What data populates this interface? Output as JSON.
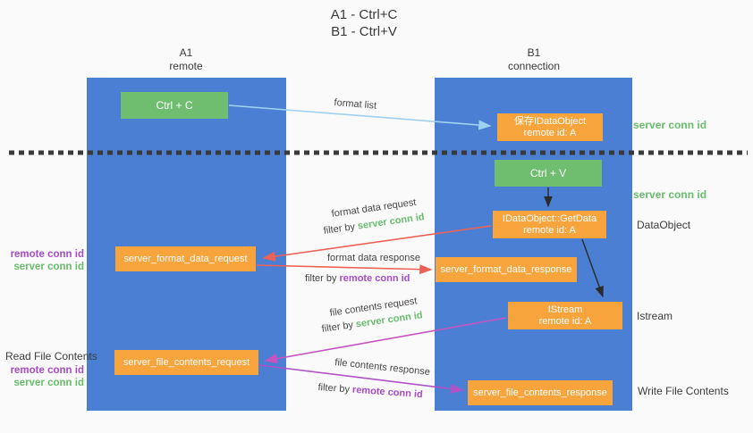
{
  "title": {
    "line1": "A1 - Ctrl+C",
    "line2": "B1 - Ctrl+V"
  },
  "lanes": {
    "left": {
      "title": "A1",
      "subtitle": "remote"
    },
    "right": {
      "title": "B1",
      "subtitle": "connection"
    }
  },
  "nodes": {
    "ctrl_c": {
      "label": "Ctrl + C"
    },
    "save_dataobject": {
      "line1": "保存IDataObject",
      "line2": "remote id: A"
    },
    "ctrl_v": {
      "label": "Ctrl + V"
    },
    "getdata": {
      "line1": "IDataObject::GetData",
      "line2": "remote id: A"
    },
    "format_request": {
      "label": "server_format_data_request"
    },
    "format_response": {
      "label": "server_format_data_response"
    },
    "istream": {
      "line1": "IStream",
      "line2": "remote id: A"
    },
    "file_request": {
      "label": "server_file_contents_request"
    },
    "file_response": {
      "label": "server_file_contents_response"
    }
  },
  "arrows": {
    "format_list": {
      "label": "format list"
    },
    "format_data_request": {
      "label": "format data request",
      "filter_prefix": "filter by",
      "filter_key": "server conn id"
    },
    "format_data_response": {
      "label": "format data response",
      "filter_prefix": "filter by",
      "filter_key": "remote conn id"
    },
    "file_contents_request": {
      "label": "file contents request",
      "filter_prefix": "filter by",
      "filter_key": "server conn id"
    },
    "file_contents_response": {
      "label": "file contents response",
      "filter_prefix": "filter by",
      "filter_key": "remote conn id"
    }
  },
  "side_labels": {
    "right_top_server_conn": "server conn id",
    "right_mid_server_conn": "server conn id",
    "dataobject": "DataObject",
    "istream": "Istream",
    "write_file": "Write File Contents",
    "read_file": "Read File Contents",
    "left_mid": {
      "remote": "remote conn id",
      "server": "server conn id"
    },
    "left_bottom": {
      "remote": "remote conn id",
      "server": "server conn id"
    }
  },
  "colors": {
    "lane_blue": "#4a7fd3",
    "node_green": "#6fbe70",
    "node_orange": "#f8a43d",
    "arrow_light_blue": "#9fd2f2",
    "arrow_red": "#ee6156",
    "arrow_magenta": "#c653c1",
    "arrow_purple": "#b052c7",
    "arrow_black": "#2b2b2b",
    "text_green": "#68bd6c",
    "text_purple": "#a74bc8",
    "text_dark": "#3c3c3c"
  }
}
